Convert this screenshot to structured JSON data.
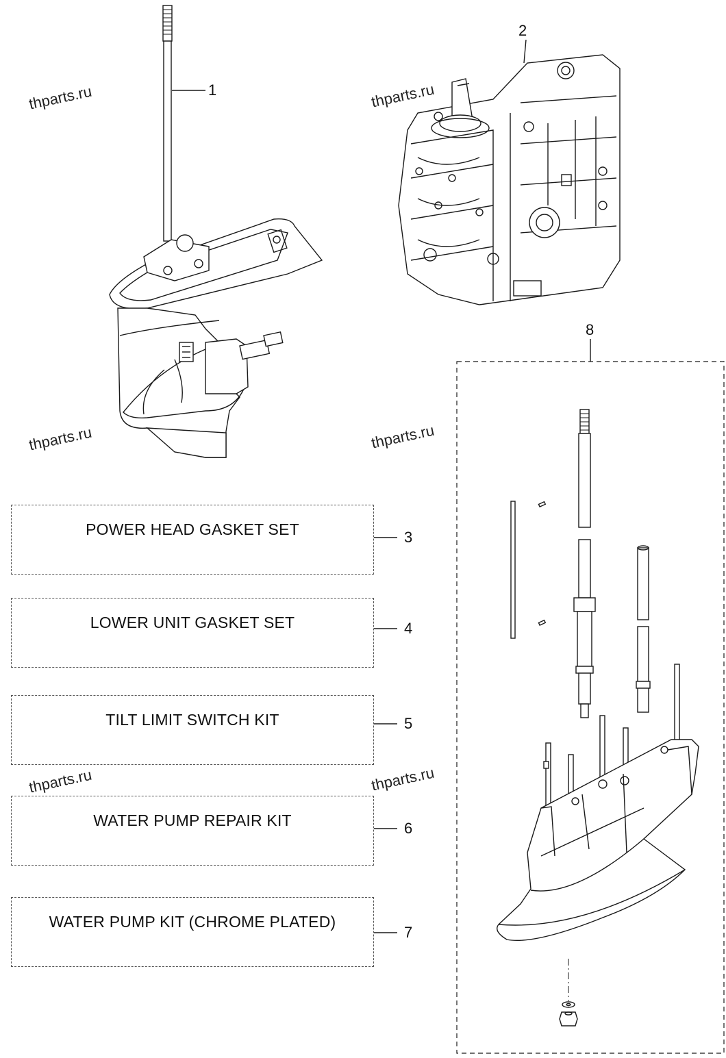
{
  "watermark": "thparts.ru",
  "callouts": [
    "1",
    "2",
    "3",
    "4",
    "5",
    "6",
    "7",
    "8"
  ],
  "kits": [
    {
      "label": "POWER HEAD GASKET SET",
      "ref": "3"
    },
    {
      "label": "LOWER UNIT GASKET SET",
      "ref": "4"
    },
    {
      "label": "TILT LIMIT SWITCH KIT",
      "ref": "5"
    },
    {
      "label": "WATER PUMP REPAIR KIT",
      "ref": "6"
    },
    {
      "label": "WATER PUMP KIT (CHROME PLATED)",
      "ref": "7"
    }
  ]
}
